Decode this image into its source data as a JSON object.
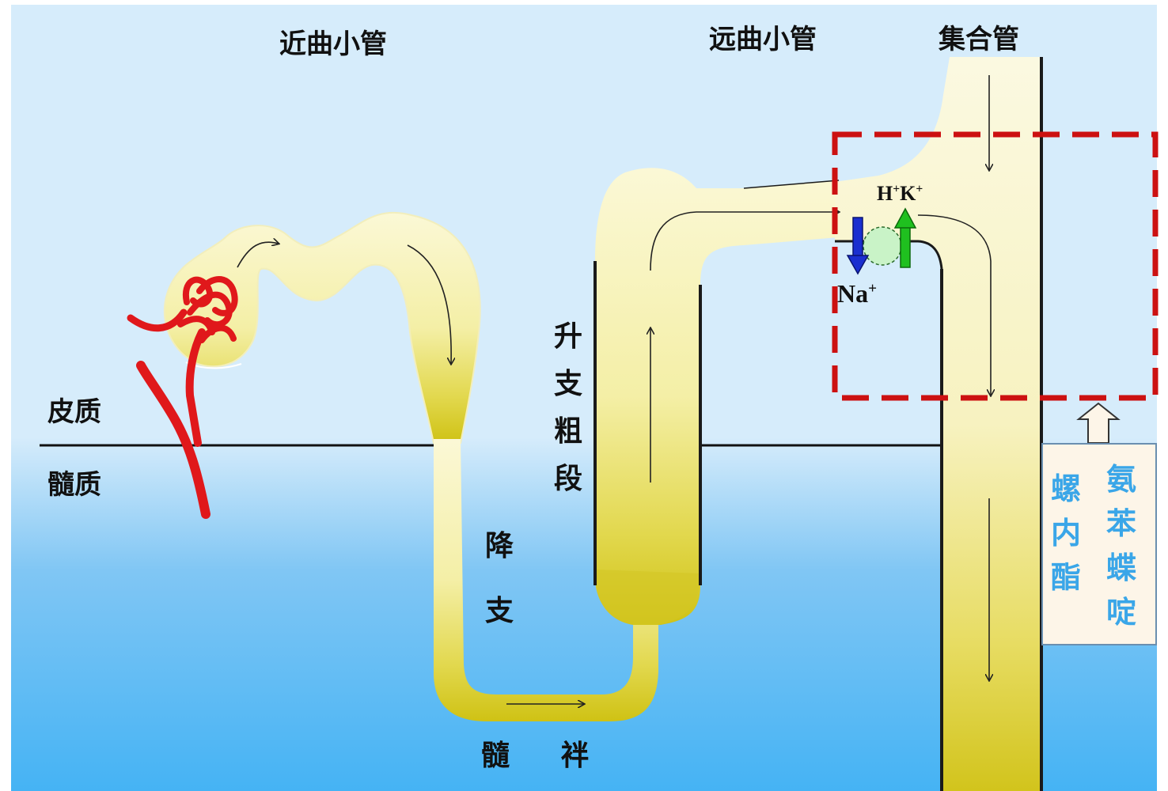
{
  "labels": {
    "proximal_tubule": "近曲小管",
    "distal_tubule": "远曲小管",
    "collecting_duct": "集合管",
    "cortex": "皮质",
    "medulla": "髓质",
    "ascending_thick": "升支粗段",
    "descending_limb": "降支",
    "loop_of_henle": "髓 袢"
  },
  "ions": {
    "h": "H",
    "k": "K",
    "na": "Na",
    "plus": "+"
  },
  "drugs": {
    "spironolactone": "螺内酯",
    "triamterene": "氨苯蝶啶"
  },
  "colors": {
    "drug_text": "#3aa6e8",
    "highlight_box": "#cc1111",
    "na_arrow": "#1a2fd0",
    "hk_arrow": "#1fc01f",
    "vessel": "#e0181b"
  }
}
